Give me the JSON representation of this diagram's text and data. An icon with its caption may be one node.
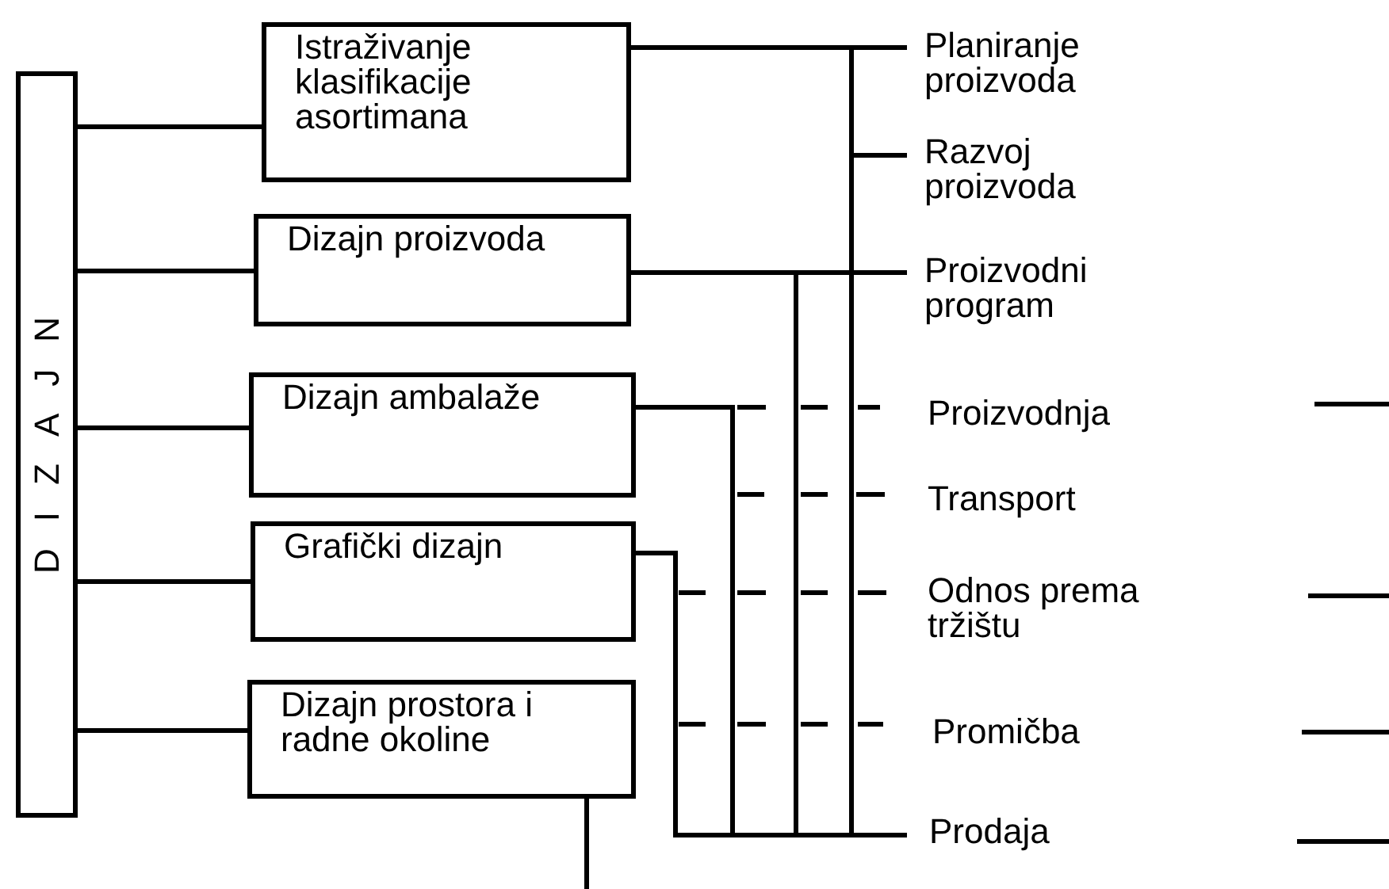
{
  "diagram": {
    "nodes": [
      {
        "text": [
          "DIZAJN"
        ]
      },
      {
        "text": [
          "Istraživanje klasifikacije asortimana"
        ]
      },
      {
        "text": [
          "Dizajn proizvoda"
        ]
      },
      {
        "text": [
          "Dizajn ambalaže"
        ]
      },
      {
        "text": [
          "Grafički dizajn"
        ]
      },
      {
        "text": [
          "Dizajn prostora i radne okoline"
        ]
      },
      {
        "text": [
          "Planiranje proizvoda"
        ]
      },
      {
        "text": [
          "Razvoj proizvoda"
        ]
      },
      {
        "text": [
          "Proizvodni program"
        ]
      },
      {
        "text": [
          "Proizvodnja"
        ]
      },
      {
        "text": [
          "Transport"
        ]
      },
      {
        "text": [
          "Odnos prema tržištu"
        ]
      },
      {
        "text": [
          "Promičba"
        ]
      },
      {
        "text": [
          "Prodaja"
        ]
      }
    ],
    "edges": [
      {
        "from": 0,
        "to": 1,
        "arrow": "none"
      },
      {
        "from": 0,
        "to": 2,
        "arrow": "none"
      },
      {
        "from": 0,
        "to": 3,
        "arrow": "none"
      },
      {
        "from": 0,
        "to": 4,
        "arrow": "none"
      },
      {
        "from": 0,
        "to": 5,
        "arrow": "none"
      },
      {
        "from": 1,
        "to": 6,
        "arrow": "none"
      },
      {
        "from": 1,
        "to": 7,
        "arrow": "none"
      },
      {
        "from": 1,
        "to": 8,
        "arrow": "none"
      },
      {
        "from": 1,
        "to": 13,
        "arrow": "none"
      },
      {
        "from": 2,
        "to": 8,
        "arrow": "none"
      },
      {
        "from": 2,
        "to": 13,
        "arrow": "none"
      },
      {
        "from": 3,
        "to": 13,
        "arrow": "none"
      },
      {
        "from": 4,
        "to": 13,
        "arrow": "none"
      },
      {
        "from": 5,
        "to": null,
        "arrow": "none"
      }
    ]
  }
}
